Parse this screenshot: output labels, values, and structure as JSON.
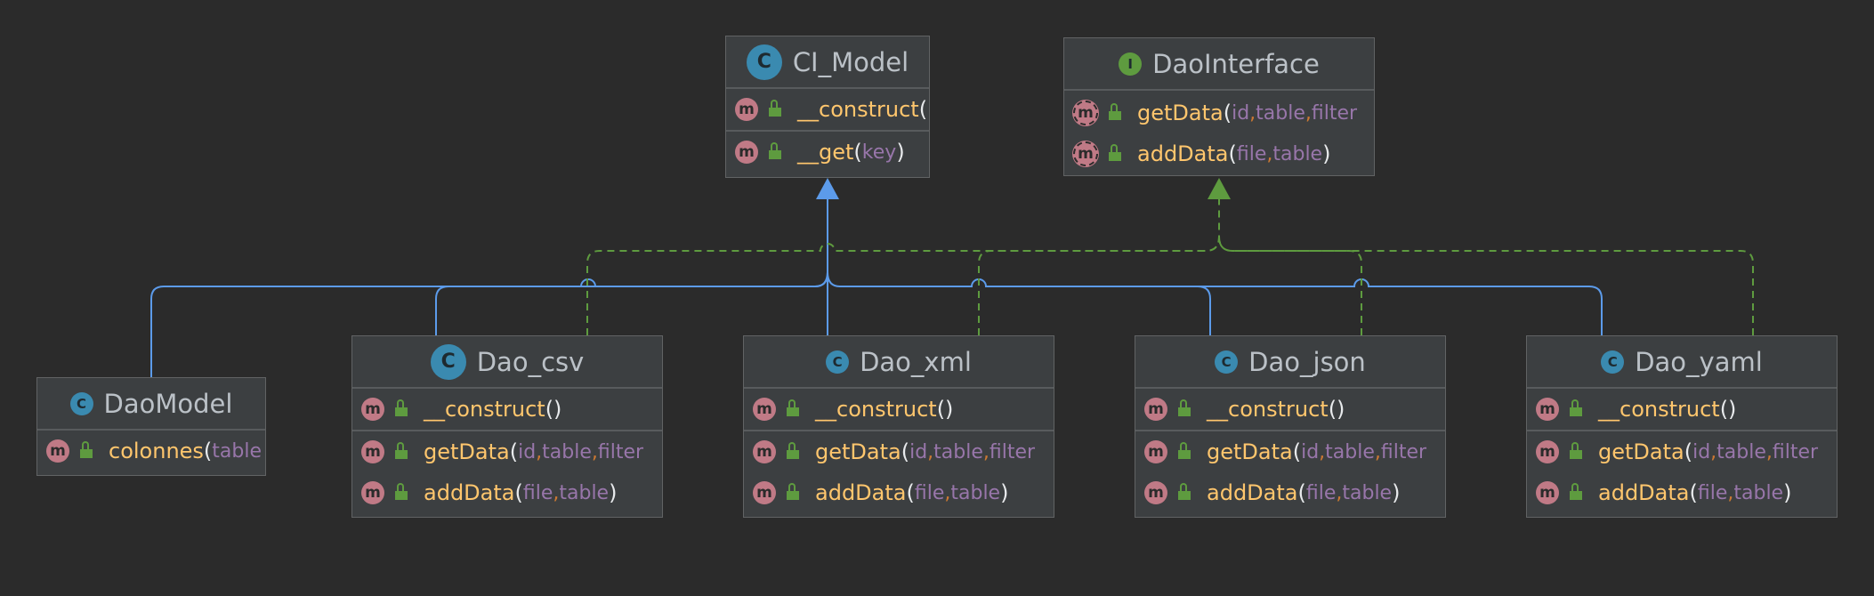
{
  "colors": {
    "background": "#2b2b2b",
    "node_fill": "#3c3f41",
    "inheritance_edge": "#5c9bea",
    "implements_edge": "#5e9b3f",
    "class_badge": "#3a8ab0",
    "interface_badge": "#5e9b3f",
    "method_badge": "#c07a86",
    "method_name": "#ffc66d",
    "param": "#9876aa"
  },
  "nodes": {
    "ci_model": {
      "badge": "C",
      "badge_kind": "class",
      "title": "CI_Model",
      "sections": [
        [
          {
            "name": "__construct",
            "open": "(",
            "params": [],
            "close": ""
          }
        ],
        [
          {
            "name": "__get",
            "open": "(",
            "params": [
              "key"
            ],
            "close": ")"
          }
        ]
      ]
    },
    "daointerface": {
      "badge": "I",
      "badge_kind": "interface",
      "title": "DaoInterface",
      "sections": [
        [
          {
            "name": "getData",
            "open": "(",
            "params": [
              "id",
              "table",
              "filter"
            ],
            "close": "",
            "abstract": true
          },
          {
            "name": "addData",
            "open": "(",
            "params": [
              "file",
              "table"
            ],
            "close": ")",
            "abstract": true
          }
        ]
      ]
    },
    "daomodel": {
      "badge": "C",
      "badge_kind": "class-small",
      "title": "DaoModel",
      "sections": [
        [
          {
            "name": "colonnes",
            "open": "(",
            "params": [
              "table"
            ],
            "close": ""
          }
        ]
      ]
    },
    "dao_csv": {
      "badge": "C",
      "badge_kind": "class",
      "title": "Dao_csv",
      "sections": [
        [
          {
            "name": "__construct",
            "open": "()",
            "params": [],
            "close": ""
          }
        ],
        [
          {
            "name": "getData",
            "open": "(",
            "params": [
              "id",
              "table",
              "filter"
            ],
            "close": ""
          },
          {
            "name": "addData",
            "open": "(",
            "params": [
              "file",
              "table"
            ],
            "close": ")"
          }
        ]
      ]
    },
    "dao_xml": {
      "badge": "C",
      "badge_kind": "class-small",
      "title": "Dao_xml",
      "sections": [
        [
          {
            "name": "__construct",
            "open": "()",
            "params": [],
            "close": ""
          }
        ],
        [
          {
            "name": "getData",
            "open": "(",
            "params": [
              "id",
              "table",
              "filter"
            ],
            "close": ""
          },
          {
            "name": "addData",
            "open": "(",
            "params": [
              "file",
              "table"
            ],
            "close": ")"
          }
        ]
      ]
    },
    "dao_json": {
      "badge": "C",
      "badge_kind": "class-small",
      "title": "Dao_json",
      "sections": [
        [
          {
            "name": "__construct",
            "open": "()",
            "params": [],
            "close": ""
          }
        ],
        [
          {
            "name": "getData",
            "open": "(",
            "params": [
              "id",
              "table",
              "filter"
            ],
            "close": ""
          },
          {
            "name": "addData",
            "open": "(",
            "params": [
              "file",
              "table"
            ],
            "close": ")"
          }
        ]
      ]
    },
    "dao_yaml": {
      "badge": "C",
      "badge_kind": "class-small",
      "title": "Dao_yaml",
      "sections": [
        [
          {
            "name": "__construct",
            "open": "()",
            "params": [],
            "close": ""
          }
        ],
        [
          {
            "name": "getData",
            "open": "(",
            "params": [
              "id",
              "table",
              "filter"
            ],
            "close": ""
          },
          {
            "name": "addData",
            "open": "(",
            "params": [
              "file",
              "table"
            ],
            "close": ")"
          }
        ]
      ]
    }
  },
  "edges": [
    {
      "from": "daomodel",
      "to": "ci_model",
      "kind": "extends"
    },
    {
      "from": "dao_csv",
      "to": "ci_model",
      "kind": "extends"
    },
    {
      "from": "dao_xml",
      "to": "ci_model",
      "kind": "extends"
    },
    {
      "from": "dao_json",
      "to": "ci_model",
      "kind": "extends"
    },
    {
      "from": "dao_yaml",
      "to": "ci_model",
      "kind": "extends"
    },
    {
      "from": "dao_csv",
      "to": "daointerface",
      "kind": "implements"
    },
    {
      "from": "dao_xml",
      "to": "daointerface",
      "kind": "implements"
    },
    {
      "from": "dao_json",
      "to": "daointerface",
      "kind": "implements"
    },
    {
      "from": "dao_yaml",
      "to": "daointerface",
      "kind": "implements"
    }
  ]
}
